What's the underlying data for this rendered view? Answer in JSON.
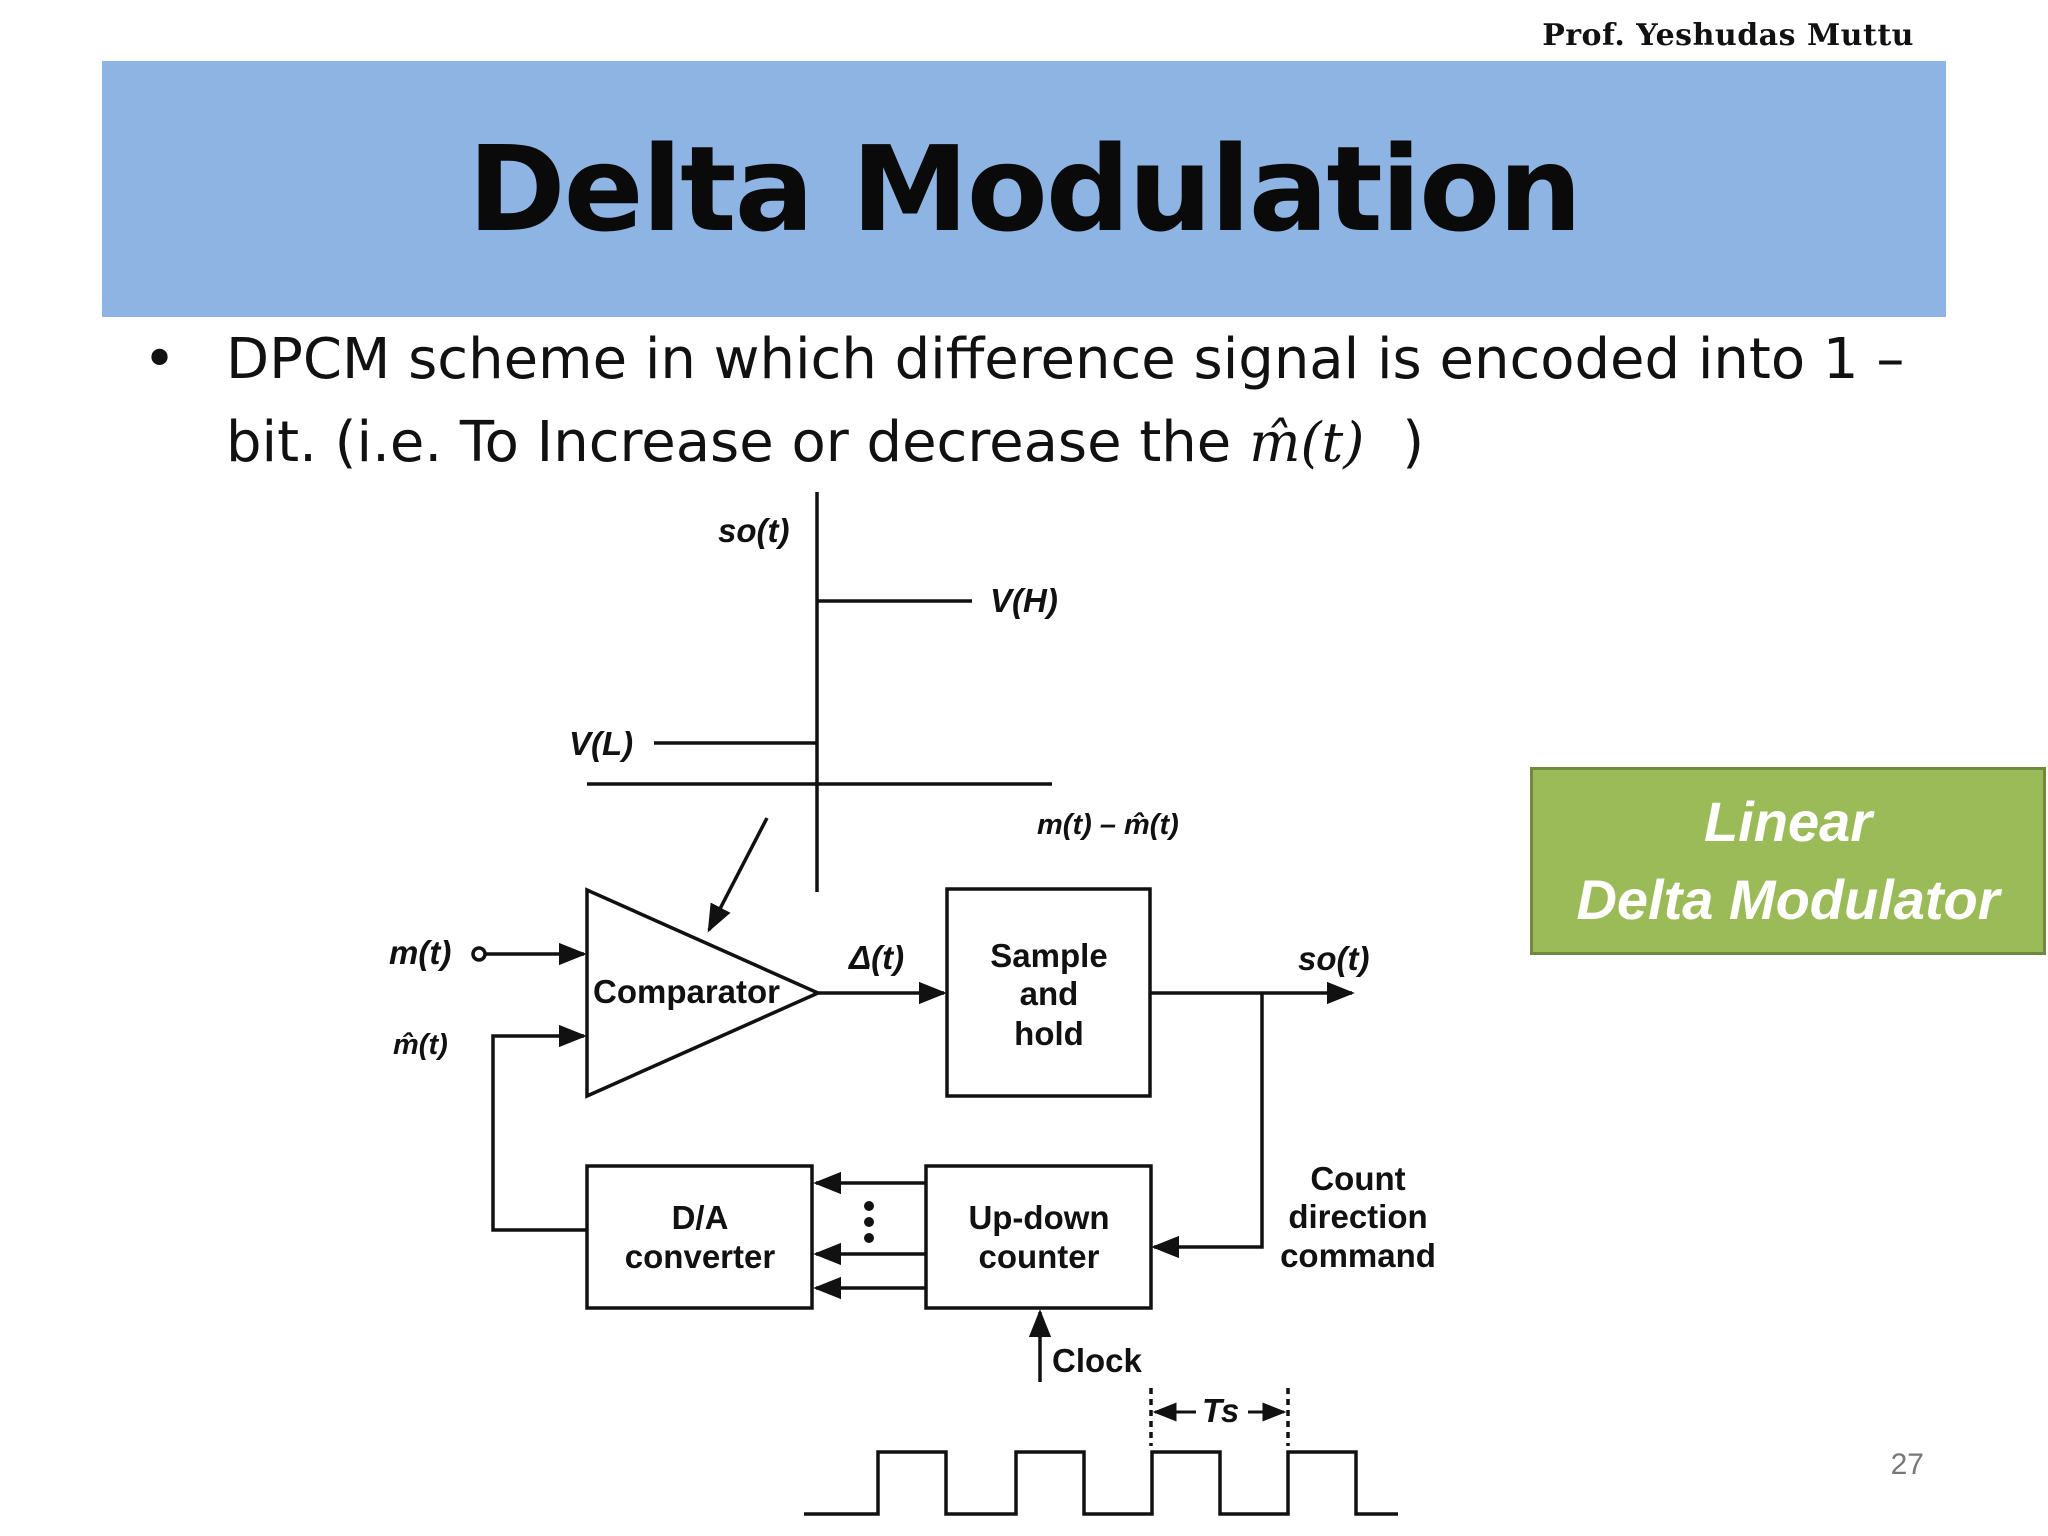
{
  "header": {
    "author": "Prof. Yeshudas Muttu",
    "title": "Delta Modulation"
  },
  "bullet": {
    "text": "DPCM scheme in which difference signal is encoded into 1 – bit. (i.e. To Increase or decrease the",
    "math": "m̂(t)",
    "close": ")"
  },
  "callout": {
    "line1": "Linear",
    "line2": "Delta Modulator"
  },
  "diagram": {
    "so_axis": "so(t)",
    "vh": "V(H)",
    "vl": "V(L)",
    "x_axis": "m(t) – m̂(t)",
    "input_m": "m(t)",
    "input_mhat": "m̂(t)",
    "comparator": "Comparator",
    "delta": "Δ(t)",
    "sh_1": "Sample",
    "sh_2": "and",
    "sh_3": "hold",
    "output": "so(t)",
    "count_1": "Count",
    "count_2": "direction",
    "count_3": "command",
    "da_1": "D/A",
    "da_2": "converter",
    "ud_1": "Up-down",
    "ud_2": "counter",
    "clock": "Clock",
    "ts": "Ts"
  },
  "page_number": "27"
}
